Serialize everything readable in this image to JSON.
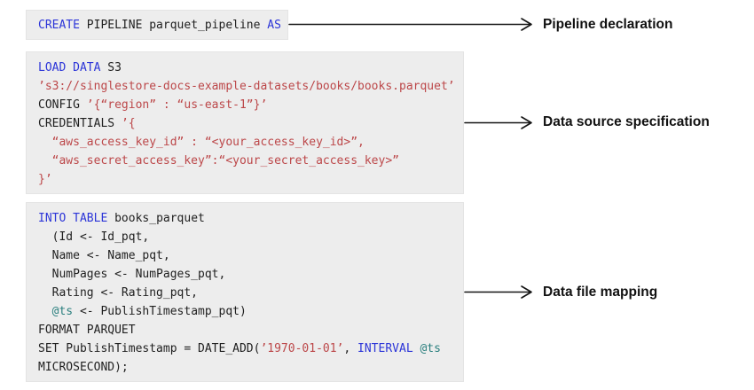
{
  "colors": {
    "keyword": "#2c35d8",
    "string": "#bc4749",
    "variable": "#2a7f7e",
    "plain": "#1f1f1f",
    "box_bg": "#ededed",
    "arrow": "#141414",
    "label_text": "#111111"
  },
  "blocks": [
    {
      "name": "pipeline-declaration",
      "label": "Pipeline declaration",
      "lines": [
        [
          {
            "t": "CREATE",
            "c": "keyword"
          },
          {
            "t": " PIPELINE parquet_pipeline ",
            "c": "plain"
          },
          {
            "t": "AS",
            "c": "keyword"
          }
        ]
      ]
    },
    {
      "name": "data-source-specification",
      "label": "Data source specification",
      "lines": [
        [
          {
            "t": "LOAD DATA",
            "c": "keyword"
          },
          {
            "t": " S3",
            "c": "plain"
          }
        ],
        [
          {
            "t": "’s3://singlestore-docs-example-datasets/books/books.parquet’",
            "c": "string"
          }
        ],
        [
          {
            "t": "CONFIG ",
            "c": "plain"
          },
          {
            "t": "’{“region” : “us-east-1”}’",
            "c": "string"
          }
        ],
        [
          {
            "t": "CREDENTIALS ",
            "c": "plain"
          },
          {
            "t": "’{",
            "c": "string"
          }
        ],
        [
          {
            "t": "  “aws_access_key_id” : “<your_access_key_id>”,",
            "c": "string"
          }
        ],
        [
          {
            "t": "  “aws_secret_access_key”:“<your_secret_access_key>”",
            "c": "string"
          }
        ],
        [
          {
            "t": "}’",
            "c": "string"
          }
        ]
      ]
    },
    {
      "name": "data-file-mapping",
      "label": "Data file mapping",
      "lines": [
        [
          {
            "t": "INTO TABLE",
            "c": "keyword"
          },
          {
            "t": " books_parquet",
            "c": "plain"
          }
        ],
        [
          {
            "t": "  (Id <- Id_pqt,",
            "c": "plain"
          }
        ],
        [
          {
            "t": "  Name <- Name_pqt,",
            "c": "plain"
          }
        ],
        [
          {
            "t": "  NumPages <- NumPages_pqt,",
            "c": "plain"
          }
        ],
        [
          {
            "t": "  Rating <- Rating_pqt,",
            "c": "plain"
          }
        ],
        [
          {
            "t": "  ",
            "c": "plain"
          },
          {
            "t": "@ts",
            "c": "variable"
          },
          {
            "t": " <- PublishTimestamp_pqt)",
            "c": "plain"
          }
        ],
        [
          {
            "t": "FORMAT PARQUET",
            "c": "plain"
          }
        ],
        [
          {
            "t": "SET PublishTimestamp = DATE_ADD(",
            "c": "plain"
          },
          {
            "t": "’1970-01-01’",
            "c": "string"
          },
          {
            "t": ", ",
            "c": "plain"
          },
          {
            "t": "INTERVAL",
            "c": "keyword"
          },
          {
            "t": " ",
            "c": "plain"
          },
          {
            "t": "@ts",
            "c": "variable"
          }
        ],
        [
          {
            "t": "MICROSECOND);",
            "c": "plain"
          }
        ]
      ]
    }
  ]
}
